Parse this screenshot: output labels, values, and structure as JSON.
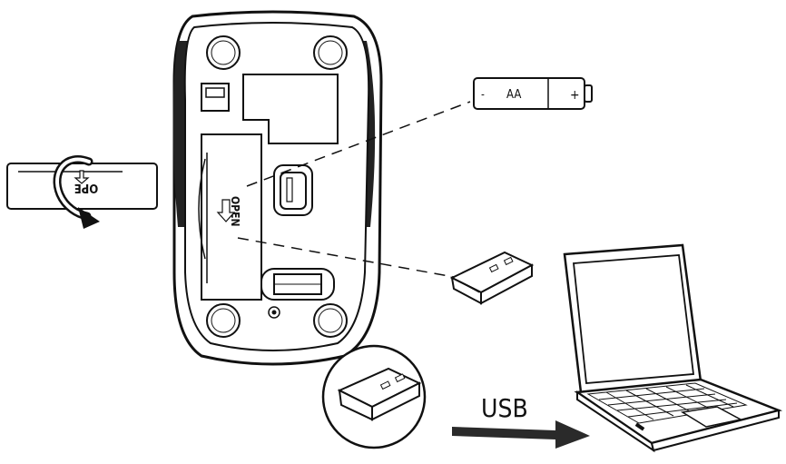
{
  "battery": {
    "type_label": "AA",
    "minus_label": "-",
    "plus_label": "+"
  },
  "cover": {
    "open_label": "OPEN",
    "detached_label": "OPE"
  },
  "connection": {
    "label": "USB"
  },
  "colors": {
    "ink": "#111111",
    "paper": "#ffffff",
    "arrow": "#2a2a2a"
  }
}
